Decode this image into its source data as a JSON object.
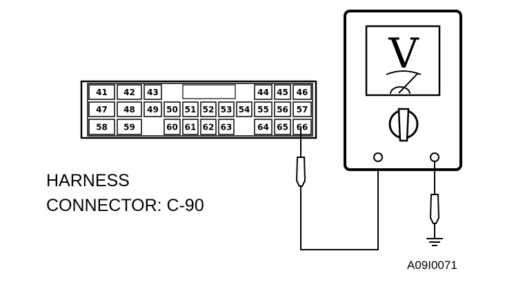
{
  "connector": {
    "label_line1": "HARNESS",
    "label_line2": "CONNECTOR: C-90",
    "rows": [
      [
        "41",
        "42",
        "43",
        "",
        "",
        "",
        "",
        "",
        "44",
        "45",
        "46"
      ],
      [
        "47",
        "48",
        "49",
        "50",
        "51",
        "52",
        "53",
        "54",
        "55",
        "56",
        "57"
      ],
      [
        "58",
        "59",
        "",
        "60",
        "61",
        "62",
        "63",
        "",
        "64",
        "65",
        "66"
      ]
    ]
  },
  "meter": {
    "display_symbol": "V",
    "meter_icon": "voltmeter-icon",
    "dial_icon": "rotary-dial-icon",
    "ground_icon": "ground-symbol-icon"
  },
  "figure_id": "A09I0071",
  "colors": {
    "line": "#000000",
    "background": "#ffffff"
  }
}
